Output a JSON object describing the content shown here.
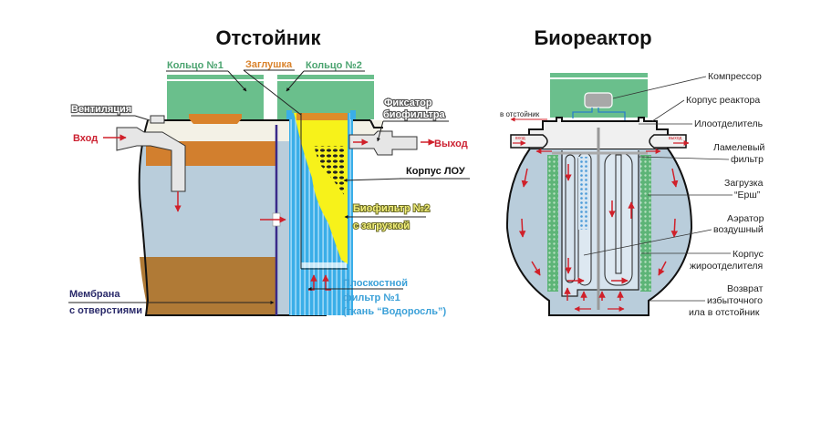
{
  "diagrams": {
    "settler": {
      "title": "Отстойник",
      "labels": {
        "ring1": "Кольцо №1",
        "plug": "Заглушка",
        "ring2": "Кольцо №2",
        "ventilation": "Вентиляция",
        "inlet": "Вход",
        "biofilter_lock_1": "Фиксатор",
        "biofilter_lock_2": "биофильтра",
        "outlet": "Выход",
        "body": "Корпус ЛОУ",
        "biofilter2_1": "Биофильтр №2",
        "biofilter2_2": "с загрузкой",
        "membrane_1": "Мембрана",
        "membrane_2": "с отверстиями",
        "flat_filter_1": "Плоскостной",
        "flat_filter_2": "фильтр №1",
        "flat_filter_3": "(ткань “Водоросль”)"
      }
    },
    "bioreactor": {
      "title": "Биореактор",
      "labels": {
        "compressor": "Компрессор",
        "reactor_body": "Корпус реактора",
        "sludge_separator": "Илоотделитель",
        "lamella_1": "Ламелевый",
        "lamella_2": "фильтр",
        "load_1": "Загрузка",
        "load_2": "“Ерш”",
        "aerator_1": "Аэратор",
        "aerator_2": "воздушный",
        "grease_1": "Корпус",
        "grease_2": "жироотделителя",
        "return_1": "Возврат",
        "return_2": "избыточного",
        "return_3": "ила в отстойник",
        "to_settler": "в отстойник",
        "pipe_in": "вход",
        "pipe_out": "выход"
      }
    }
  },
  "colors": {
    "ring_green": "#6abf8c",
    "water": "#b9cddb",
    "sludge": "#b07a36",
    "scum": "#d27f2e",
    "cap_orange": "#d9822b",
    "filter_blue": "#3aaee8",
    "biofilter_yellow": "#f7f21a",
    "arrow_red": "#d0202a",
    "membrane": "#3a2a8a",
    "label_green": "#4aa36f",
    "label_blue": "#3aa0d8",
    "label_red": "#cc2030"
  }
}
